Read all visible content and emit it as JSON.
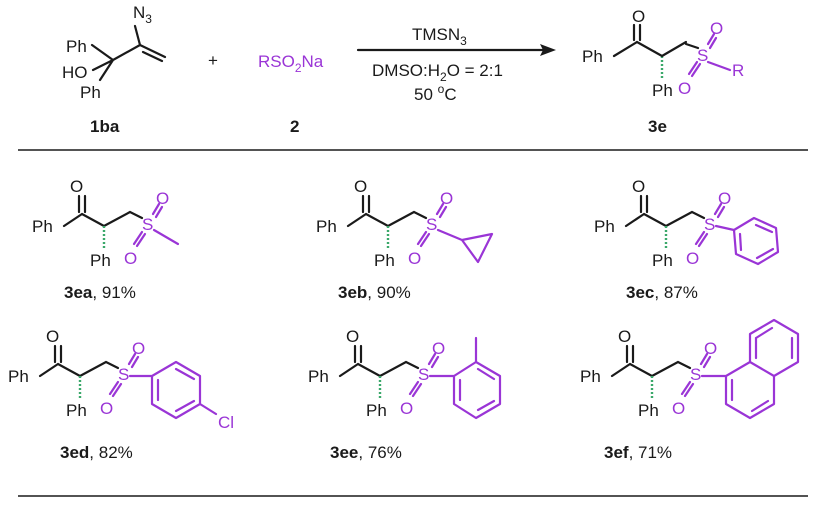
{
  "colors": {
    "purple": "#9a35d6",
    "green": "#3aa86a",
    "black": "#1a1a1a"
  },
  "atoms": {
    "ph": "Ph",
    "ho": "HO",
    "o": "O",
    "s": "S",
    "r": "R",
    "cl": "Cl",
    "n3_main": "N",
    "n3_sub": "3",
    "reagent_main": "RSO",
    "reagent_sub": "2",
    "reagent_tail": "Na",
    "plus": "+"
  },
  "conditions": {
    "reagent1_main": "TMSN",
    "reagent1_sub": "3",
    "solvent_a": "DMSO:H",
    "solvent_sub": "2",
    "solvent_b": "O = 2:1",
    "temp_a": "50 ",
    "temp_sup": "o",
    "temp_b": "C"
  },
  "labels": {
    "start": "1ba",
    "reagent": "2",
    "product": "3e"
  },
  "products": [
    {
      "id": "3ea",
      "yield": ", 91%"
    },
    {
      "id": "3eb",
      "yield": ", 90%"
    },
    {
      "id": "3ec",
      "yield": ", 87%"
    },
    {
      "id": "3ed",
      "yield": ", 82%"
    },
    {
      "id": "3ee",
      "yield": ", 76%"
    },
    {
      "id": "3ef",
      "yield": ", 71%"
    }
  ]
}
